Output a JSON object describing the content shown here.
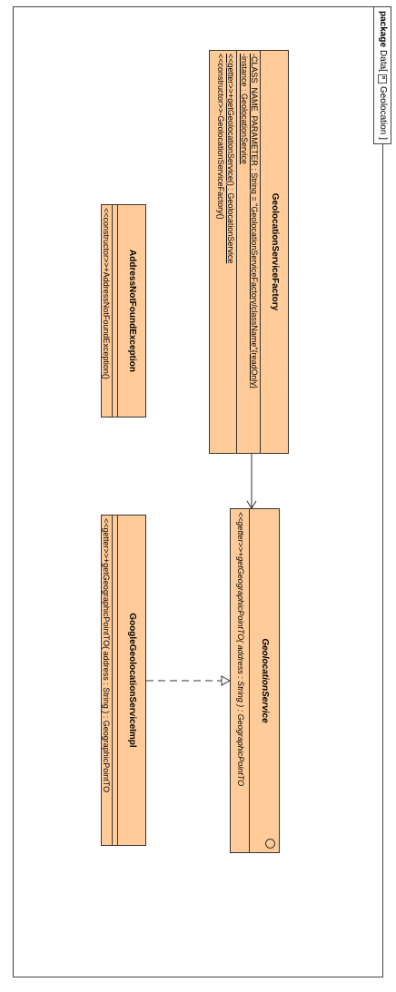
{
  "package": {
    "keyword": "package",
    "name": "Data[",
    "icon": "package-icon",
    "element": "Geolocation ]"
  },
  "classes": {
    "factory": {
      "name": "GeolocationServiceFactory",
      "attributes": [
        "-CLASS_NAME_PARAMETER : String = \"GeolocationServiceFactory/className\"{readOnly}",
        "-instance : GeolocationService"
      ],
      "operations": [
        "<<getter>>+getGeolocationService() : GeolocationService",
        "<<constructor>>-GeolocationServiceFactory()"
      ]
    },
    "exception": {
      "name": "AddressNotFoundException",
      "operations": [
        "<<constructor>>+AddressNotFoundException()"
      ]
    },
    "service": {
      "name": "GeolocationService",
      "operations": [
        "<<getter>>+getGeographicPointTO( address : String ) : GeographicPointTO"
      ]
    },
    "impl": {
      "name": "GoogleGeolocationServiceImpl",
      "operations": [
        "<<getter>>+getGeographicPointTO( address : String ) : GeographicPointTO"
      ]
    }
  },
  "colors": {
    "class_fill": "#ffcc99",
    "border": "#333333"
  }
}
